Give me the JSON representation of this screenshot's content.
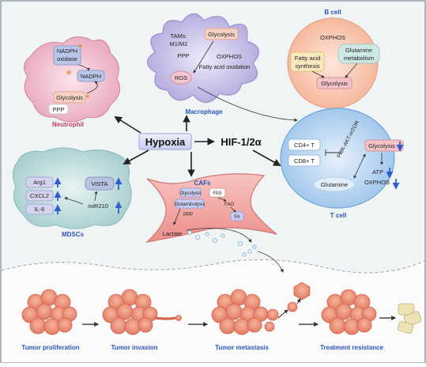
{
  "center": {
    "hypoxia": "Hypoxia",
    "hif": "HIF-1/2α"
  },
  "neutrophil": {
    "title": "Neutrophil",
    "nadph_oxidase": [
      "NADPH",
      "oxidase"
    ],
    "nadph": "NADPH",
    "glycolysis": "Glycolysis",
    "ppp": "PPP"
  },
  "macrophage": {
    "title": "Macrophage",
    "tams": [
      "TAMs:",
      "M1/M2"
    ],
    "glycolysis": "Glycolysis",
    "ppp": "PPP",
    "oxphos": "OXPHOS",
    "fao": "Fatty acid oxidation",
    "ros": "ROS"
  },
  "bcell": {
    "title": "B cell",
    "oxphos": "OXPHOS",
    "fas": [
      "Fatty acid",
      "synthesis"
    ],
    "glutamine": [
      "Glutamine",
      "metabolism"
    ],
    "glycolysis": "Glycolysis"
  },
  "tcell": {
    "title": "T cell",
    "cd4": "CD4+ T",
    "cd8": "CD8+ T",
    "pathway": "PI3K-AKT-mTOR",
    "glycolysis": "Glycolysis",
    "atp": "ATP",
    "oxphos": "OXPHOS",
    "glutamine": "Glutamine"
  },
  "mdsc": {
    "title": "MDSCs",
    "arg1": "Arg1",
    "cxcl2": "CXCL2",
    "il6": "IL-6",
    "vista": "VISTA",
    "mir": "miR210"
  },
  "cafs": {
    "title": "CAFs",
    "glycolysis": "Glycolysis",
    "fas": "FAS",
    "glutaminolysis": "Glutaminolysis",
    "fao": "FAO",
    "ppp": "PPP",
    "fa": "FA",
    "lactate": "Lactate"
  },
  "stages": [
    "Tumor proliferation",
    "Tumor invasion",
    "Tumor metastasis",
    "Treatment resistance"
  ],
  "colors": {
    "neutrophil": "#f0c2d0",
    "macrophage": "#c9c2e8",
    "bcell": "#f8c9b4",
    "tcell": "#bcd8f2",
    "mdsc": "#bfdcdc",
    "caf": "#f2a8a6",
    "label_blue": "#2a56b8",
    "arrow_blue": "#2f5fcf"
  }
}
